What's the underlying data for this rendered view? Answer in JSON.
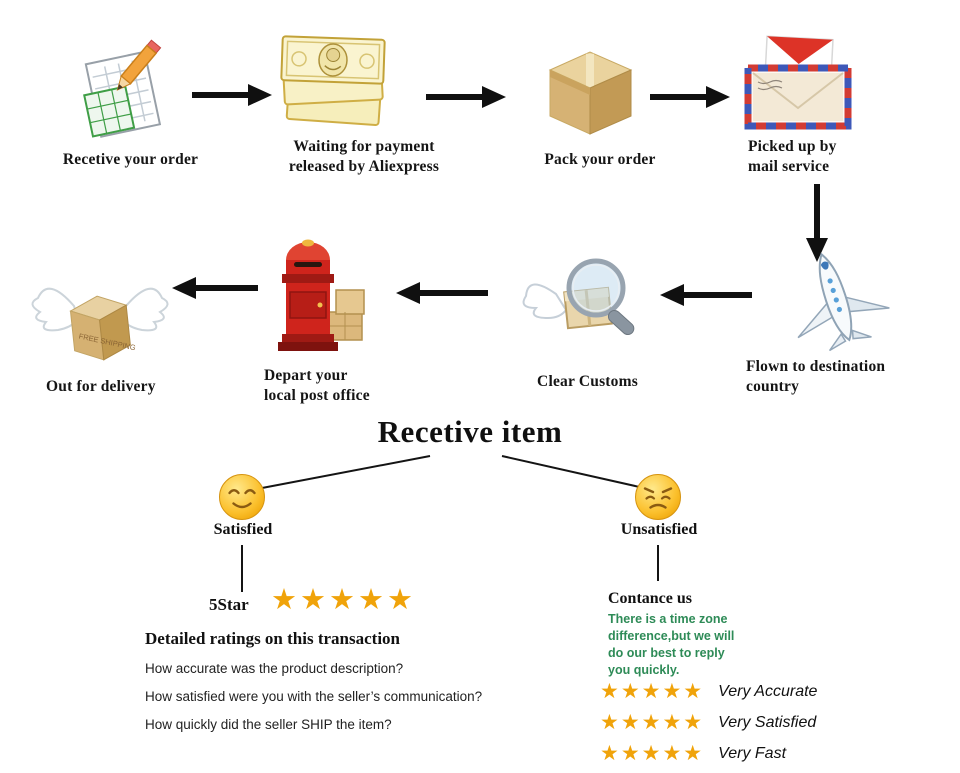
{
  "steps": {
    "receive_order": {
      "label": "Recetive your order"
    },
    "waiting_payment": {
      "label": "Waiting for payment\nreleased by Aliexpress"
    },
    "pack_order": {
      "label": "Pack your order"
    },
    "picked_up": {
      "label": "Picked up by\nmail service"
    },
    "flown_destination": {
      "label": "Flown to destination\ncountry"
    },
    "clear_customs": {
      "label": "Clear Customs"
    },
    "depart_post_office": {
      "label": "Depart your\nlocal post office"
    },
    "out_for_delivery": {
      "label": "Out for delivery"
    }
  },
  "receive_item": {
    "title": "Recetive item"
  },
  "satisfied": {
    "label": "Satisfied",
    "five_star_label": "5Star",
    "stars": "★★★★★",
    "ratings_title": "Detailed ratings on this transaction",
    "questions": [
      "How accurate was the product description?",
      "How satisfied were you with the seller’s communication?",
      "How quickly did the seller SHIP the item?"
    ]
  },
  "unsatisfied": {
    "label": "Unsatisfied",
    "contact_title": "Contance us",
    "contact_note": "There is a time zone\ndifference,but we will\ndo  our best to reply\nyou quickly.",
    "ratings": [
      {
        "stars": "★★★★★",
        "label": "Very Accurate"
      },
      {
        "stars": "★★★★★",
        "label": "Very Satisfied"
      },
      {
        "stars": "★★★★★",
        "label": "Very Fast"
      }
    ]
  },
  "icons": {
    "free_shipping_stamp": "FREE SHIPPING"
  },
  "colors": {
    "star_gold": "#F0A30A",
    "note_green": "#2E8B57",
    "arrow_black": "#111111"
  }
}
